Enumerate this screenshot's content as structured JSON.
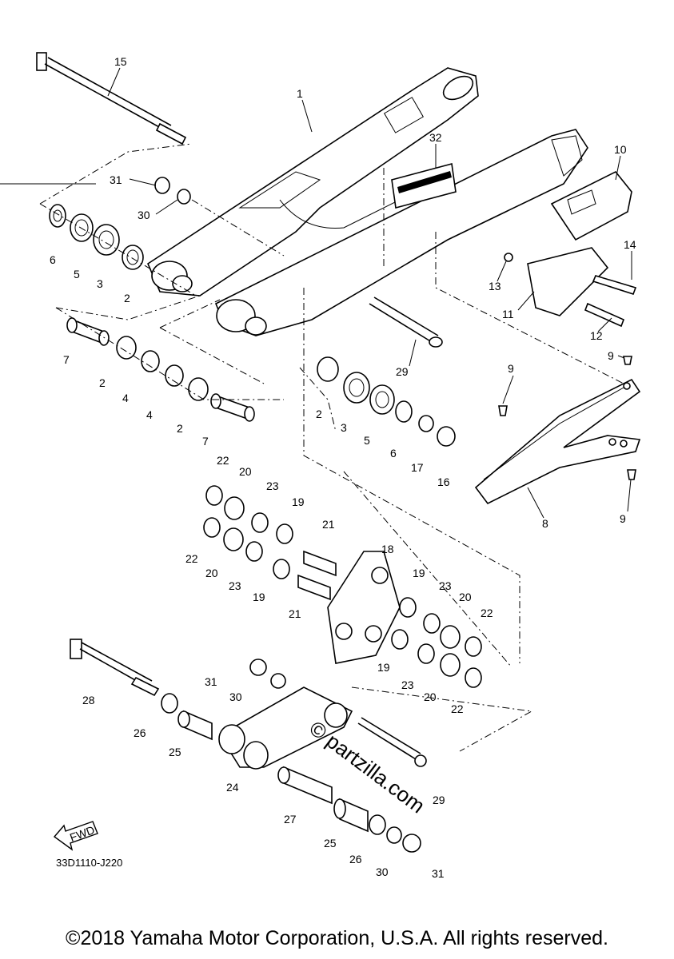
{
  "diagram": {
    "code": "33D1110-J220",
    "fwd_label": "FWD",
    "watermark": "© partzilla.com",
    "copyright": "©2018 Yamaha Motor Corporation, U.S.A. All rights reserved.",
    "callouts": [
      "15",
      "1",
      "32",
      "10",
      "31",
      "30",
      "6",
      "5",
      "3",
      "2",
      "14",
      "13",
      "11",
      "12",
      "7",
      "2",
      "4",
      "4",
      "2",
      "7",
      "29",
      "9",
      "9",
      "2",
      "3",
      "5",
      "6",
      "17",
      "16",
      "8",
      "9",
      "22",
      "20",
      "23",
      "19",
      "21",
      "18",
      "22",
      "20",
      "23",
      "19",
      "21",
      "19",
      "23",
      "20",
      "22",
      "23",
      "20",
      "22",
      "19",
      "28",
      "31",
      "30",
      "26",
      "25",
      "24",
      "29",
      "27",
      "25",
      "26",
      "30",
      "31"
    ]
  }
}
